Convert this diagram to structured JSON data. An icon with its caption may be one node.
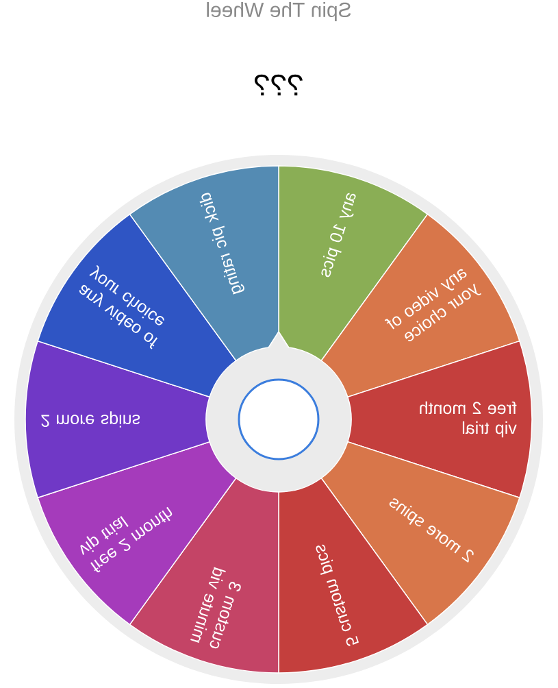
{
  "diagram": {
    "title": "Spin The Wheel",
    "nodes": [
      {
        "text": [
          "any 10 pics"
        ]
      },
      {
        "text": [
          "any video of your choice"
        ]
      },
      {
        "text": [
          "free 2 month vip trial"
        ]
      },
      {
        "text": [
          "2 more spins"
        ]
      },
      {
        "text": [
          "5 custom pics"
        ]
      },
      {
        "text": [
          "custom 3 minute vid"
        ]
      },
      {
        "text": [
          "free 2 month vip trial"
        ]
      },
      {
        "text": [
          "2 more spins"
        ]
      },
      {
        "text": [
          "any video of your choice"
        ]
      },
      {
        "text": [
          "dick pic rating"
        ]
      }
    ],
    "labels": [
      "???"
    ]
  }
}
